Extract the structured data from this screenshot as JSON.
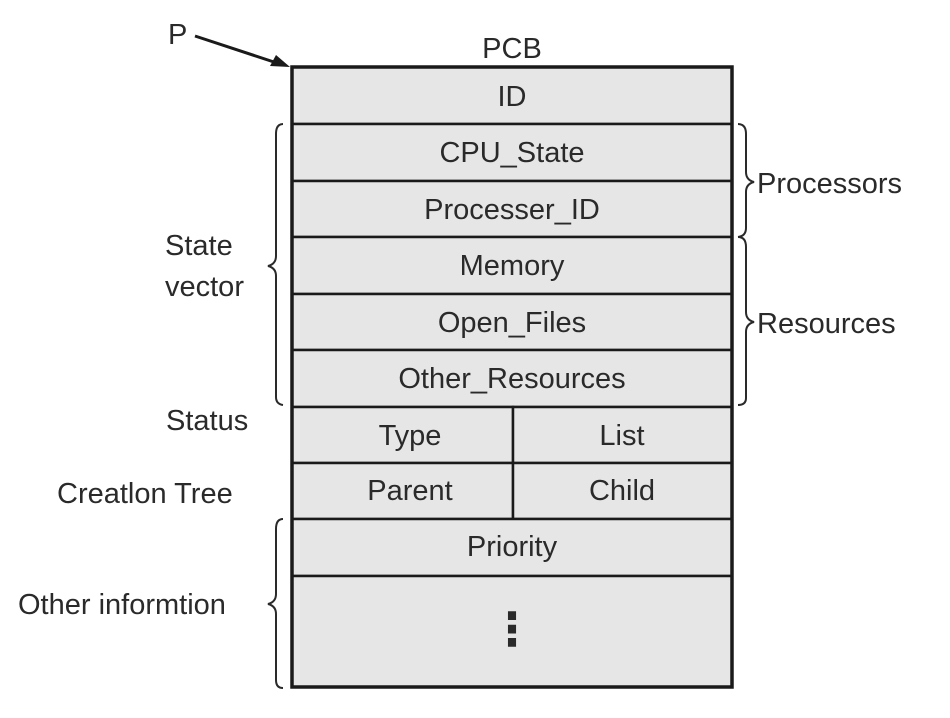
{
  "pointer_label": "P",
  "title": "PCB",
  "rows": {
    "id": "ID",
    "cpu_state": "CPU_State",
    "processor_id": "Processer_ID",
    "memory": "Memory",
    "open_files": "Open_Files",
    "other_resources": "Other_Resources",
    "type": "Type",
    "list": "List",
    "parent": "Parent",
    "child": "Child",
    "priority": "Priority",
    "ellipsis": "⋮"
  },
  "left_labels": {
    "state_line1": "State",
    "state_line2": "vector",
    "status": "Status",
    "creation_tree": "Creatlon Tree",
    "other_information": "Other informtion"
  },
  "right_labels": {
    "processors": "Processors",
    "resources": "Resources"
  },
  "colors": {
    "cell_fill": "#e6e6e6",
    "line": "#1a1a1a"
  }
}
